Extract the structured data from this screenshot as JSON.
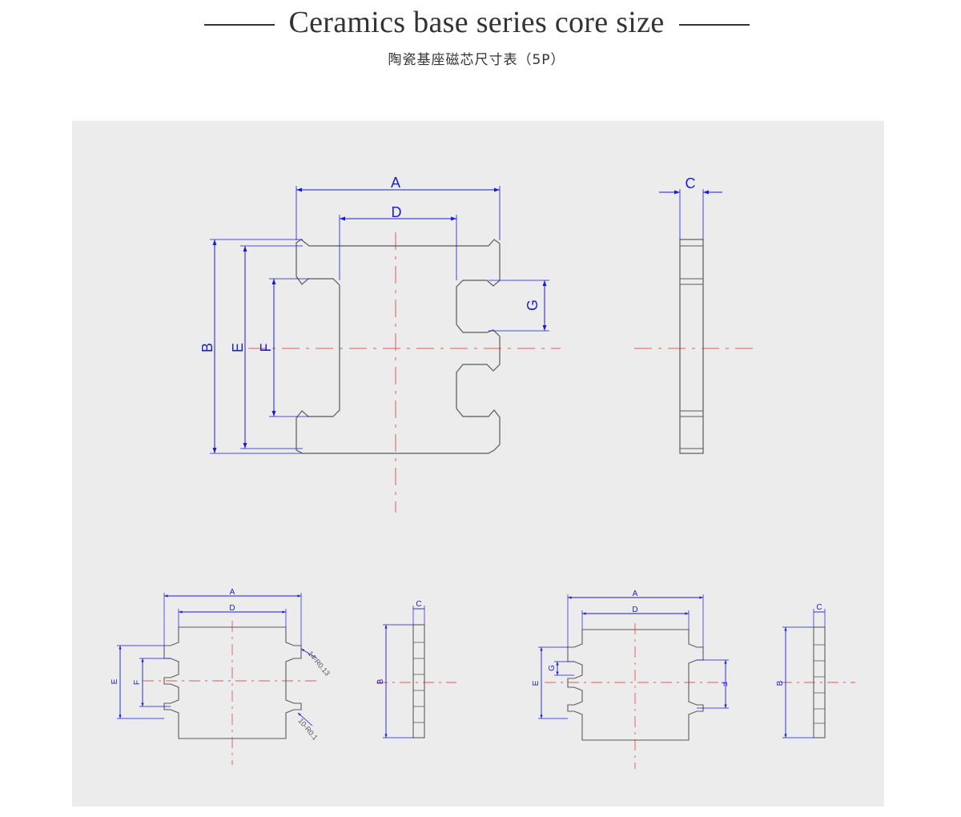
{
  "header": {
    "title": "Ceramics base series core size",
    "subtitle": "陶瓷基座磁芯尺寸表（5P）"
  },
  "colors": {
    "dimension": "#1a1adb",
    "centerline": "#e05a5a",
    "outline": "#5a5a5a",
    "background": "#ececec"
  },
  "main_view": {
    "labels": {
      "a": "A",
      "b": "B",
      "c": "C",
      "d": "D",
      "e": "E",
      "f": "F",
      "g": "G"
    }
  },
  "bottom_left_view": {
    "labels": {
      "a": "A",
      "b": "B",
      "c": "C",
      "d": "D",
      "e": "E",
      "f": "F"
    },
    "notes": {
      "radius_large": "14-R0.13",
      "radius_small": "10-R0.1"
    }
  },
  "bottom_right_view": {
    "labels": {
      "a": "A",
      "b": "B",
      "c": "C",
      "d": "D",
      "e": "E",
      "f": "F",
      "g": "G"
    }
  }
}
